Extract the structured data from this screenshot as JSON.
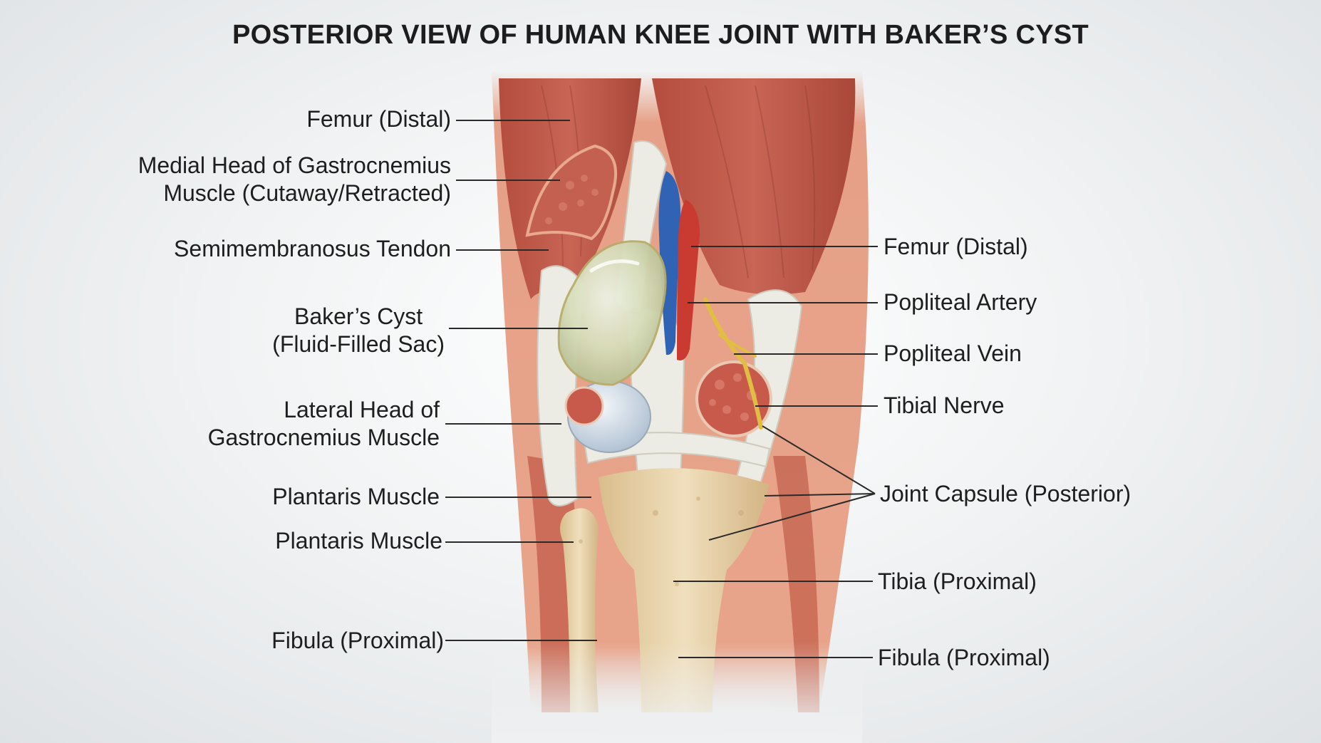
{
  "title": "POSTERIOR VIEW OF HUMAN KNEE JOINT WITH BAKER’S CYST",
  "labels_left": [
    {
      "id": "femur-distal-left",
      "lines": [
        "Femur (Distal)"
      ]
    },
    {
      "id": "medial-head-gastrocnemius",
      "lines": [
        "Medial Head of Gastrocnemius",
        "Muscle (Cutaway/Retracted)"
      ]
    },
    {
      "id": "semimembranosus-tendon",
      "lines": [
        "Semimembranosus Tendon"
      ]
    },
    {
      "id": "bakers-cyst",
      "lines": [
        "Baker’s Cyst",
        "(Fluid-Filled Sac)"
      ]
    },
    {
      "id": "lateral-head-gastrocnemius",
      "lines": [
        "Lateral Head of",
        "Gastrocnemius Muscle"
      ]
    },
    {
      "id": "plantaris-muscle-1",
      "lines": [
        "Plantaris Muscle"
      ]
    },
    {
      "id": "plantaris-muscle-2",
      "lines": [
        "Plantaris Muscle"
      ]
    },
    {
      "id": "fibula-proximal-left",
      "lines": [
        "Fibula (Proximal)"
      ]
    }
  ],
  "labels_right": [
    {
      "id": "femur-distal-right",
      "lines": [
        "Femur (Distal)"
      ]
    },
    {
      "id": "popliteal-artery",
      "lines": [
        "Popliteal Artery"
      ]
    },
    {
      "id": "popliteal-vein",
      "lines": [
        "Popliteal Vein"
      ]
    },
    {
      "id": "tibial-nerve",
      "lines": [
        "Tibial Nerve"
      ]
    },
    {
      "id": "joint-capsule-posterior",
      "lines": [
        "Joint Capsule (Posterior)"
      ]
    },
    {
      "id": "tibia-proximal",
      "lines": [
        "Tibia (Proximal)"
      ]
    },
    {
      "id": "fibula-proximal-right",
      "lines": [
        "Fibula (Proximal)"
      ]
    }
  ],
  "colors": {
    "muscle": "#c05a4a",
    "muscle_dark": "#9a3b30",
    "skin": "#e7a88e",
    "bone": "#e8d3aa",
    "tendon": "#e9e7de",
    "artery": "#c8392f",
    "vein": "#2f64b8",
    "nerve": "#e6c24c",
    "cyst": "#d9e3cf",
    "leader": "#2a2a2a"
  }
}
